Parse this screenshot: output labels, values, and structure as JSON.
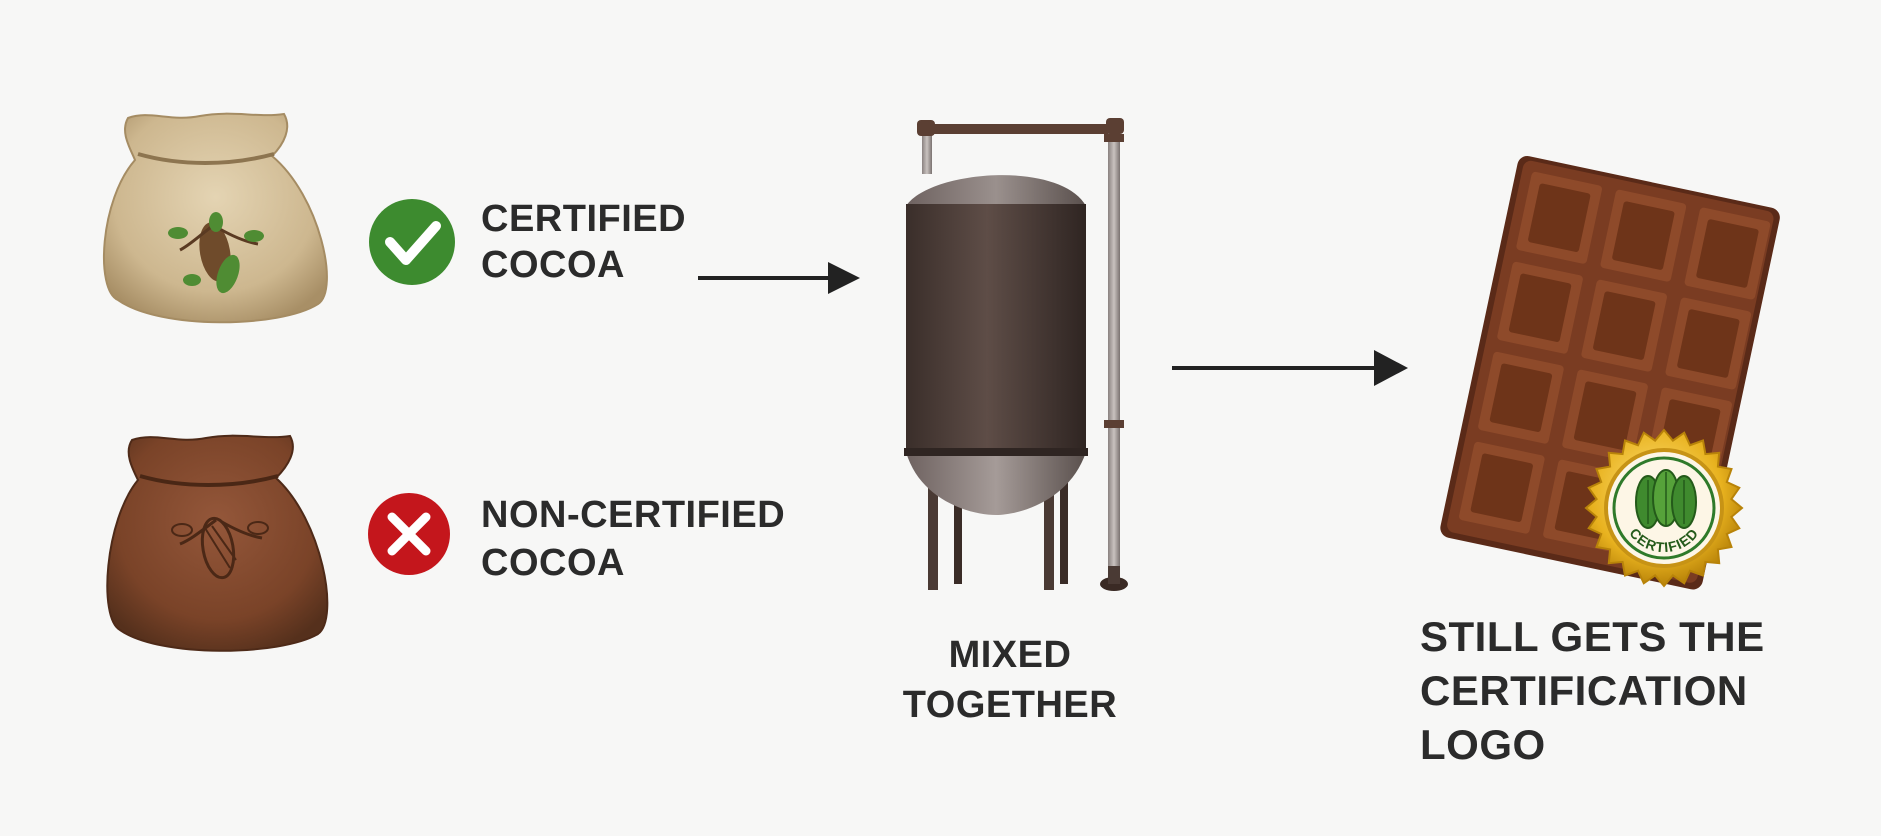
{
  "inputs": [
    {
      "status_icon": "check-icon",
      "line1": "CERTIFIED",
      "line2": "COCOA",
      "sack_color": "#c9b38c",
      "icon_color": "#3d8b2f"
    },
    {
      "status_icon": "x-icon",
      "line1": "NON-CERTIFIED",
      "line2": "COCOA",
      "sack_color": "#7a4328",
      "icon_color": "#c4161c"
    }
  ],
  "process": {
    "line1": "MIXED",
    "line2": "TOGETHER"
  },
  "output": {
    "line1": "STILL GETS THE",
    "line2": "CERTIFICATION",
    "line3": "LOGO"
  },
  "badge": {
    "text": "CERTIFIED",
    "color": "#e8b21f"
  },
  "colors": {
    "arrow": "#222222",
    "tank": "#4a3c37",
    "chocolate": "#6b3420"
  }
}
